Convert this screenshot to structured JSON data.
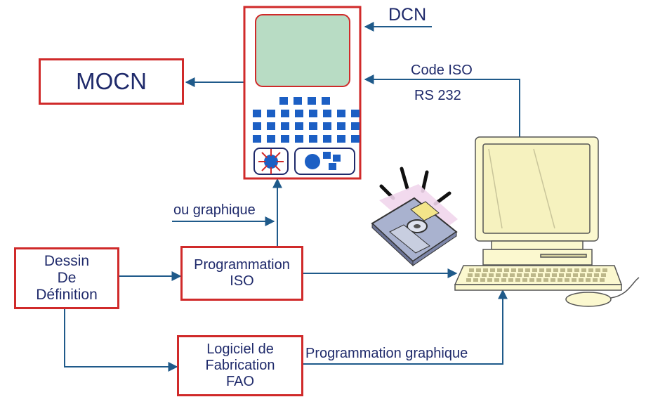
{
  "boxes": {
    "mocn": "MOCN",
    "dessin": [
      "Dessin",
      "De",
      "Définition"
    ],
    "programmation_iso": [
      "Programmation",
      "ISO"
    ],
    "fao": [
      "Logiciel de",
      "Fabrication",
      "FAO"
    ]
  },
  "labels": {
    "dcn": "DCN",
    "code_iso": "Code ISO",
    "rs232": "RS 232",
    "ou_graphique": "ou graphique",
    "programmation_graphique": "Programmation graphique"
  },
  "colors": {
    "box_border": "#d02a2a",
    "arrow": "#1f5a8a",
    "text": "#1f2a6b",
    "screen": "#b8dcc4",
    "keys": "#1c5fc4",
    "computer": "#fbf8cf"
  }
}
